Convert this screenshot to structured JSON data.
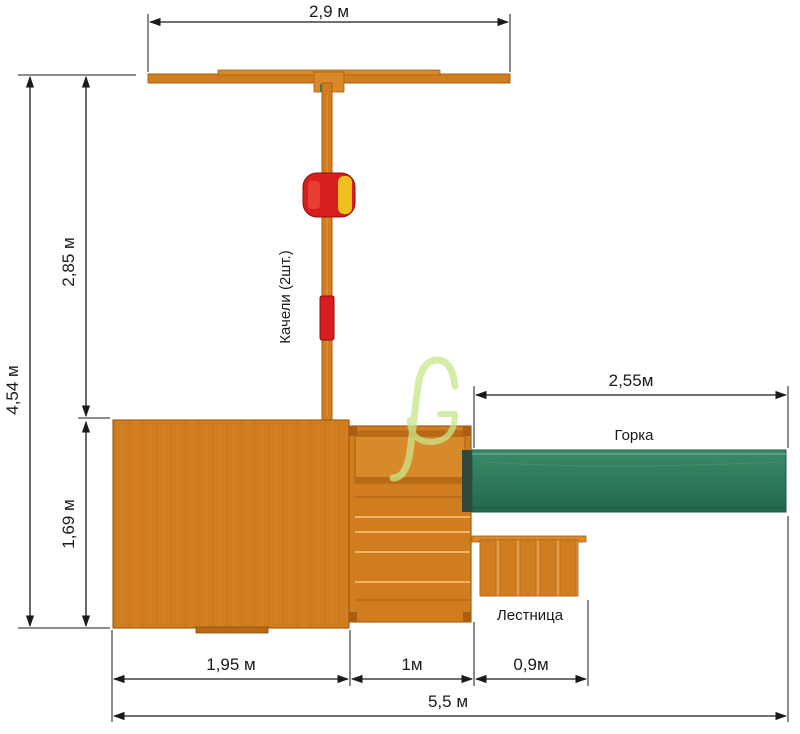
{
  "dimensions": {
    "swing_width": "2,9 м",
    "total_depth": "4,54 м",
    "swing_depth": "2,85 м",
    "platform_depth": "1,69 м",
    "platform_width": "1,95 м",
    "tower_width": "1м",
    "ladder_width": "0,9м",
    "total_width": "5,5 м",
    "slide_length": "2,55м"
  },
  "labels": {
    "swings": "Качели (2шт.)",
    "slide": "Горка",
    "ladder": "Лестница"
  },
  "colors": {
    "wood": "#cf7d1e",
    "wood_dark": "#a85f12",
    "slide": "#2f7d5c",
    "seat": "#d81e1e",
    "seat_accent": "#f0c020",
    "logo": "#c8e68a"
  }
}
